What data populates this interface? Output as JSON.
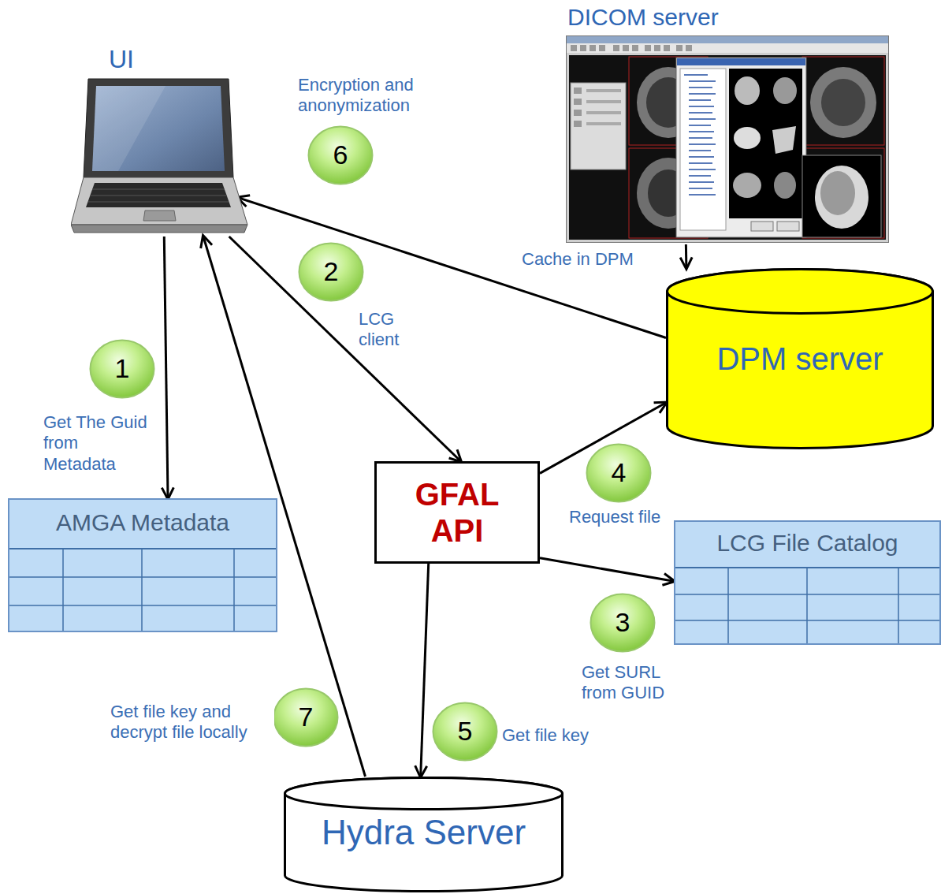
{
  "diagram": {
    "nodes": [
      {
        "text": [
          "UI"
        ]
      },
      {
        "text": [
          "DICOM server"
        ]
      },
      {
        "text": [
          "6"
        ]
      },
      {
        "text": [
          "2"
        ]
      },
      {
        "text": [
          "DPM server"
        ]
      },
      {
        "text": [
          "1"
        ]
      },
      {
        "text": [
          "GFAL API"
        ]
      },
      {
        "text": [
          "4"
        ]
      },
      {
        "text": [
          "AMGA Metadata"
        ]
      },
      {
        "text": [
          "LCG File Catalog"
        ]
      },
      {
        "text": [
          "3"
        ]
      },
      {
        "text": [
          "7"
        ]
      },
      {
        "text": [
          "5"
        ]
      },
      {
        "text": [
          "Hydra Server"
        ]
      }
    ],
    "edges": [
      {
        "from": 0,
        "to": 8,
        "arrow": "to"
      },
      {
        "from": 0,
        "to": 6,
        "arrow": "to"
      },
      {
        "from": 6,
        "to": 9,
        "arrow": "to"
      },
      {
        "from": 6,
        "to": 4,
        "arrow": "to"
      },
      {
        "from": 6,
        "to": 13,
        "arrow": "to"
      },
      {
        "from": 4,
        "to": 0,
        "arrow": "to"
      },
      {
        "from": 13,
        "to": 0,
        "arrow": "to"
      },
      {
        "from": 1,
        "to": 4,
        "arrow": "to"
      }
    ],
    "labels": [
      "Encryption and anonymization",
      "LCG client",
      "Get The Guid from Metadata",
      "Cache in DPM",
      "Request file",
      "Get SURL from GUID",
      "Get file key and decrypt file locally",
      "Get file key"
    ]
  }
}
